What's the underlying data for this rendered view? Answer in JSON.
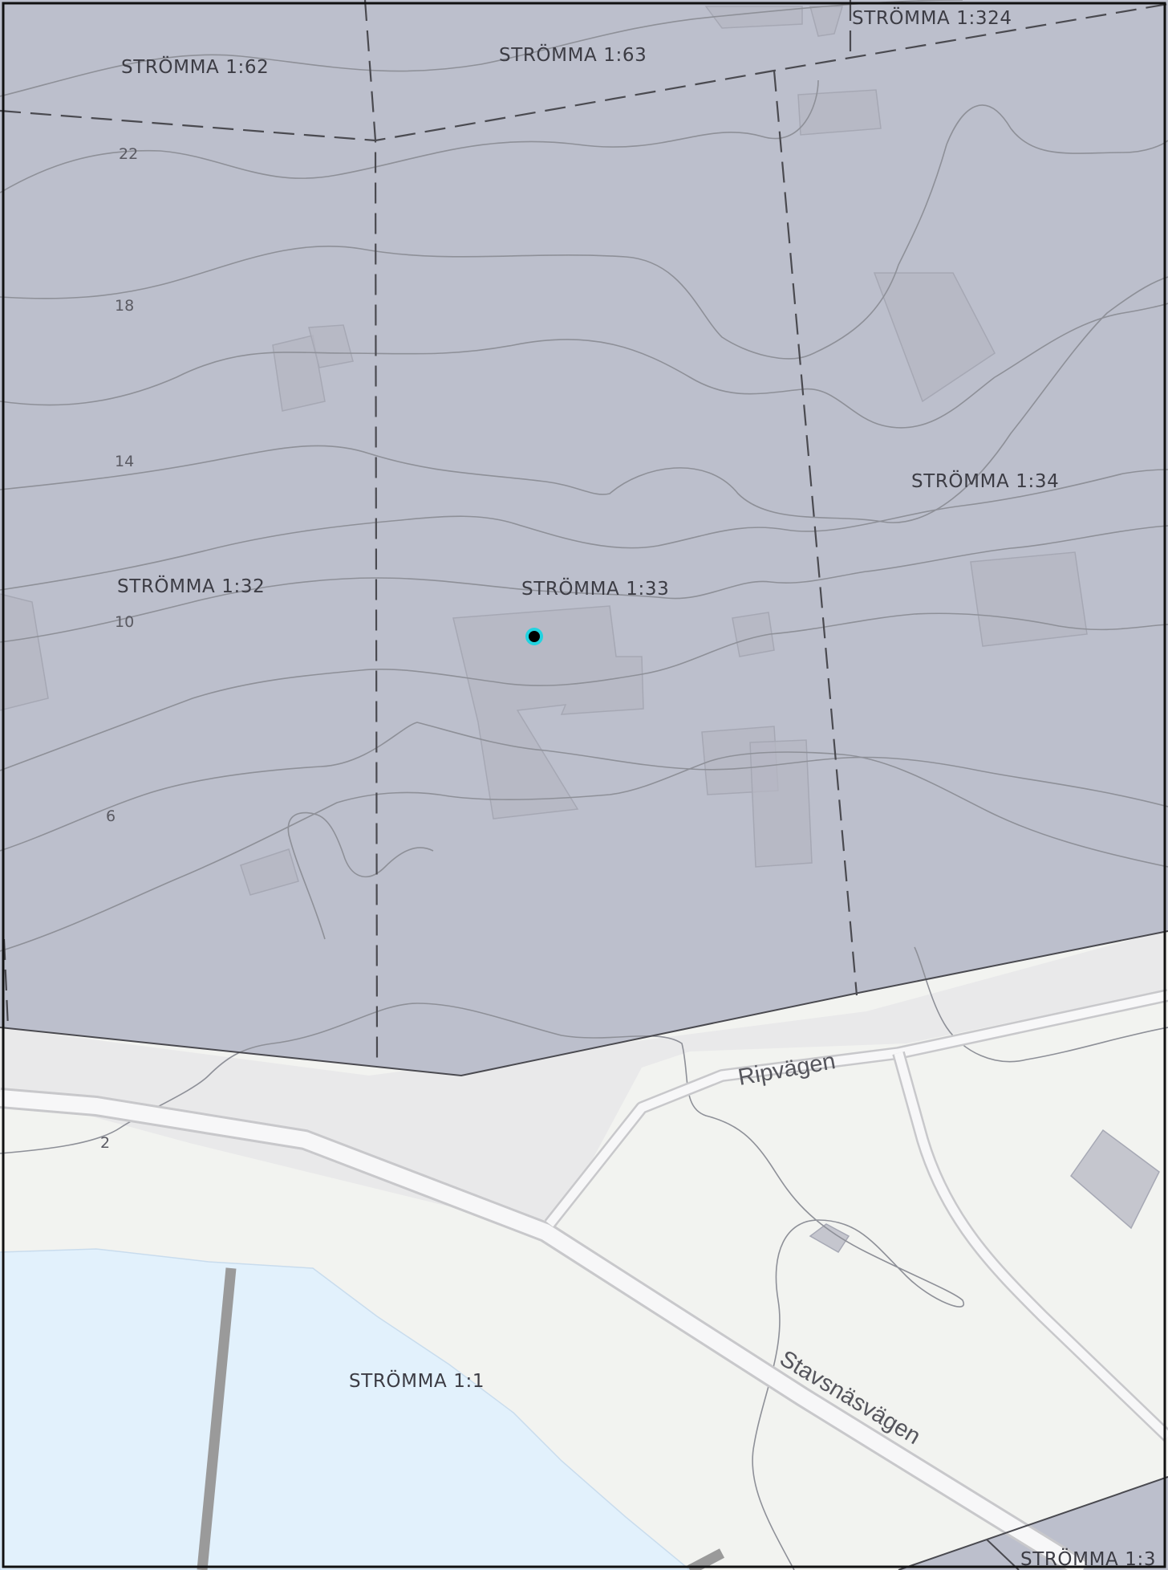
{
  "map": {
    "parcel_labels": [
      "STRÖMMA 1:324",
      "STRÖMMA 1:63",
      "STRÖMMA 1:62",
      "STRÖMMA 1:34",
      "STRÖMMA 1:32",
      "STRÖMMA 1:33",
      "STRÖMMA 1:1",
      "STRÖMMA 1:3"
    ],
    "contour_labels": [
      "22",
      "18",
      "14",
      "10",
      "6",
      "2"
    ],
    "road_labels": [
      "Ripvägen",
      "Stavsnäsvägen"
    ],
    "marker_icon": "location-dot-icon",
    "colors": {
      "selected_area": "#bcbfcc",
      "land": "#f2f3f0",
      "road_area": "#eaeaeb",
      "water": "#e2f1fc",
      "contour": "#8e9098",
      "boundary": "#4a4a50",
      "building": "#b6b8c4",
      "marker_fill": "#000000",
      "marker_ring": "#22d3e0",
      "pier": "#999999",
      "frame": "#111111"
    }
  }
}
